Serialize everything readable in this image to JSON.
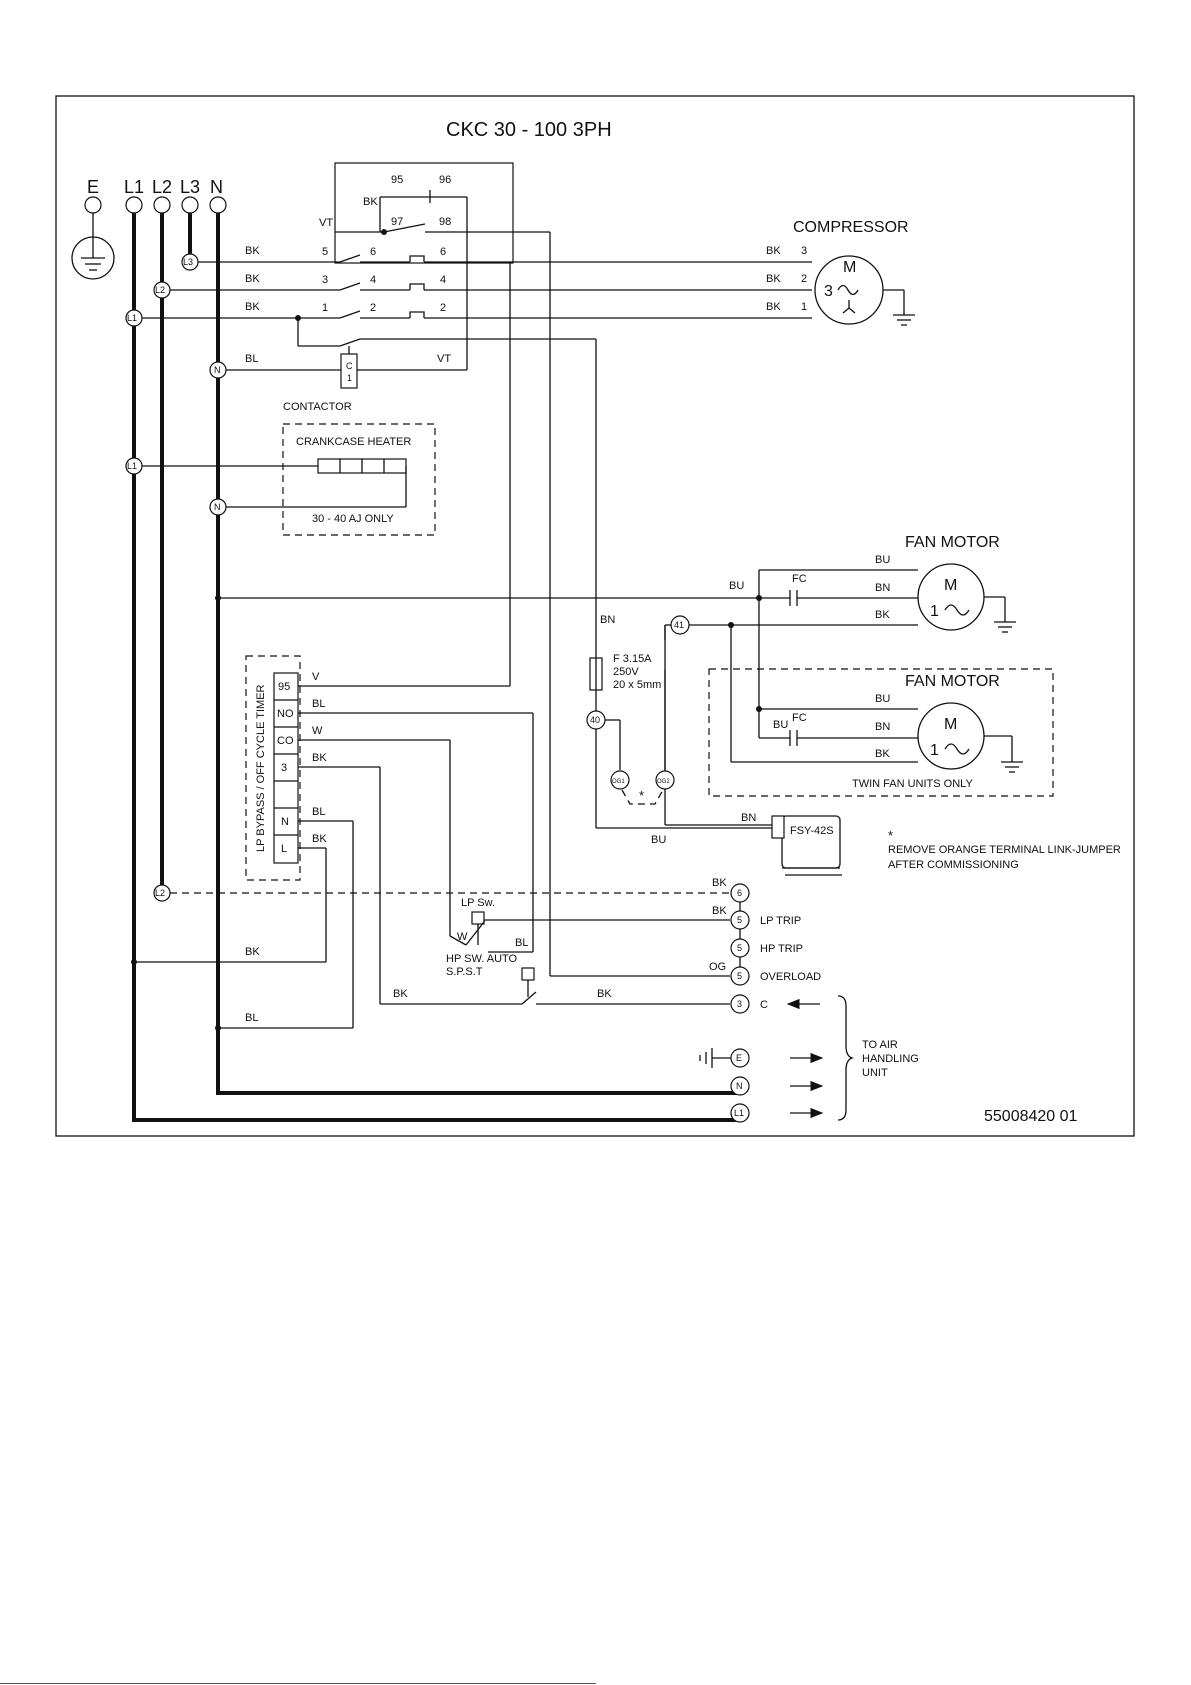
{
  "title": "CKC 30 - 100 3PH",
  "drawing_number": "55008420  01",
  "supply": {
    "labels": [
      "E",
      "L1",
      "L2",
      "L3",
      "N"
    ]
  },
  "contactor": {
    "label": "CONTACTOR",
    "coil": [
      "C",
      "1"
    ],
    "aux_terminals": [
      "95",
      "96",
      "97",
      "98"
    ],
    "pole_in": [
      "5",
      "3",
      "1"
    ],
    "pole_mid": [
      "6",
      "4",
      "2"
    ],
    "pole_out": [
      "6",
      "4",
      "2"
    ],
    "wire_bk": "BK",
    "wire_vt": "VT",
    "wire_bl": "BL"
  },
  "terminal_tags": {
    "l3": "L3",
    "l2": "L2",
    "l1": "L1",
    "n": "N",
    "e": "E",
    "t6": "6",
    "t5": "5",
    "t3": "3",
    "t40": "40",
    "t41": "41",
    "og1": "OG1",
    "og2": "OG2"
  },
  "compressor": {
    "label": "COMPRESSOR",
    "m": "M",
    "phase": "3",
    "terminals": [
      "3",
      "2",
      "1"
    ],
    "wire": "BK"
  },
  "crankcase": {
    "label": "CRANKCASE HEATER",
    "note": "30 - 40 AJ ONLY"
  },
  "fan_motor_1": {
    "label": "FAN MOTOR",
    "m": "M",
    "phase": "1",
    "wires": [
      "BU",
      "BN",
      "BK"
    ],
    "cap": "FC",
    "supply_wire": "BU"
  },
  "fan_motor_2": {
    "label": "FAN MOTOR",
    "m": "M",
    "phase": "1",
    "wires": [
      "BU",
      "BN",
      "BK"
    ],
    "cap": "FC",
    "cap_wire": "BU",
    "note": "TWIN FAN UNITS ONLY"
  },
  "fuse": {
    "wire": "BN",
    "rating": [
      "F 3.15A",
      "250V",
      "20 x 5mm"
    ]
  },
  "fsy": {
    "label": "FSY-42S",
    "wire_in": "BN",
    "wire_out": "BU"
  },
  "jumper": {
    "star": "*",
    "note_star": "*",
    "note": [
      "REMOVE ORANGE TERMINAL LINK-JUMPER",
      "AFTER COMMISSIONING"
    ]
  },
  "timer": {
    "label": "LP BYPASS / OFF CYCLE TIMER",
    "terminals": [
      "95",
      "NO",
      "CO",
      "3",
      "",
      "N",
      "L"
    ],
    "wires": [
      "V",
      "BL",
      "W",
      "BK",
      "BL",
      "BK"
    ]
  },
  "lp_switch": {
    "label": "LP Sw.",
    "wire_w": "W",
    "wire_bl": "BL"
  },
  "hp_switch": {
    "label": [
      "HP SW. AUTO",
      "S.P.S.T"
    ]
  },
  "terminal_strip": {
    "wires": [
      "BK",
      "BK",
      "OG",
      "BK"
    ],
    "labels": [
      "LP TRIP",
      "HP TRIP",
      "OVERLOAD",
      "C"
    ]
  },
  "bottom_wires": {
    "bk": "BK",
    "bl": "BL",
    "bk2": "BK"
  },
  "to_ahu": [
    "TO AIR",
    "HANDLING",
    "UNIT"
  ]
}
